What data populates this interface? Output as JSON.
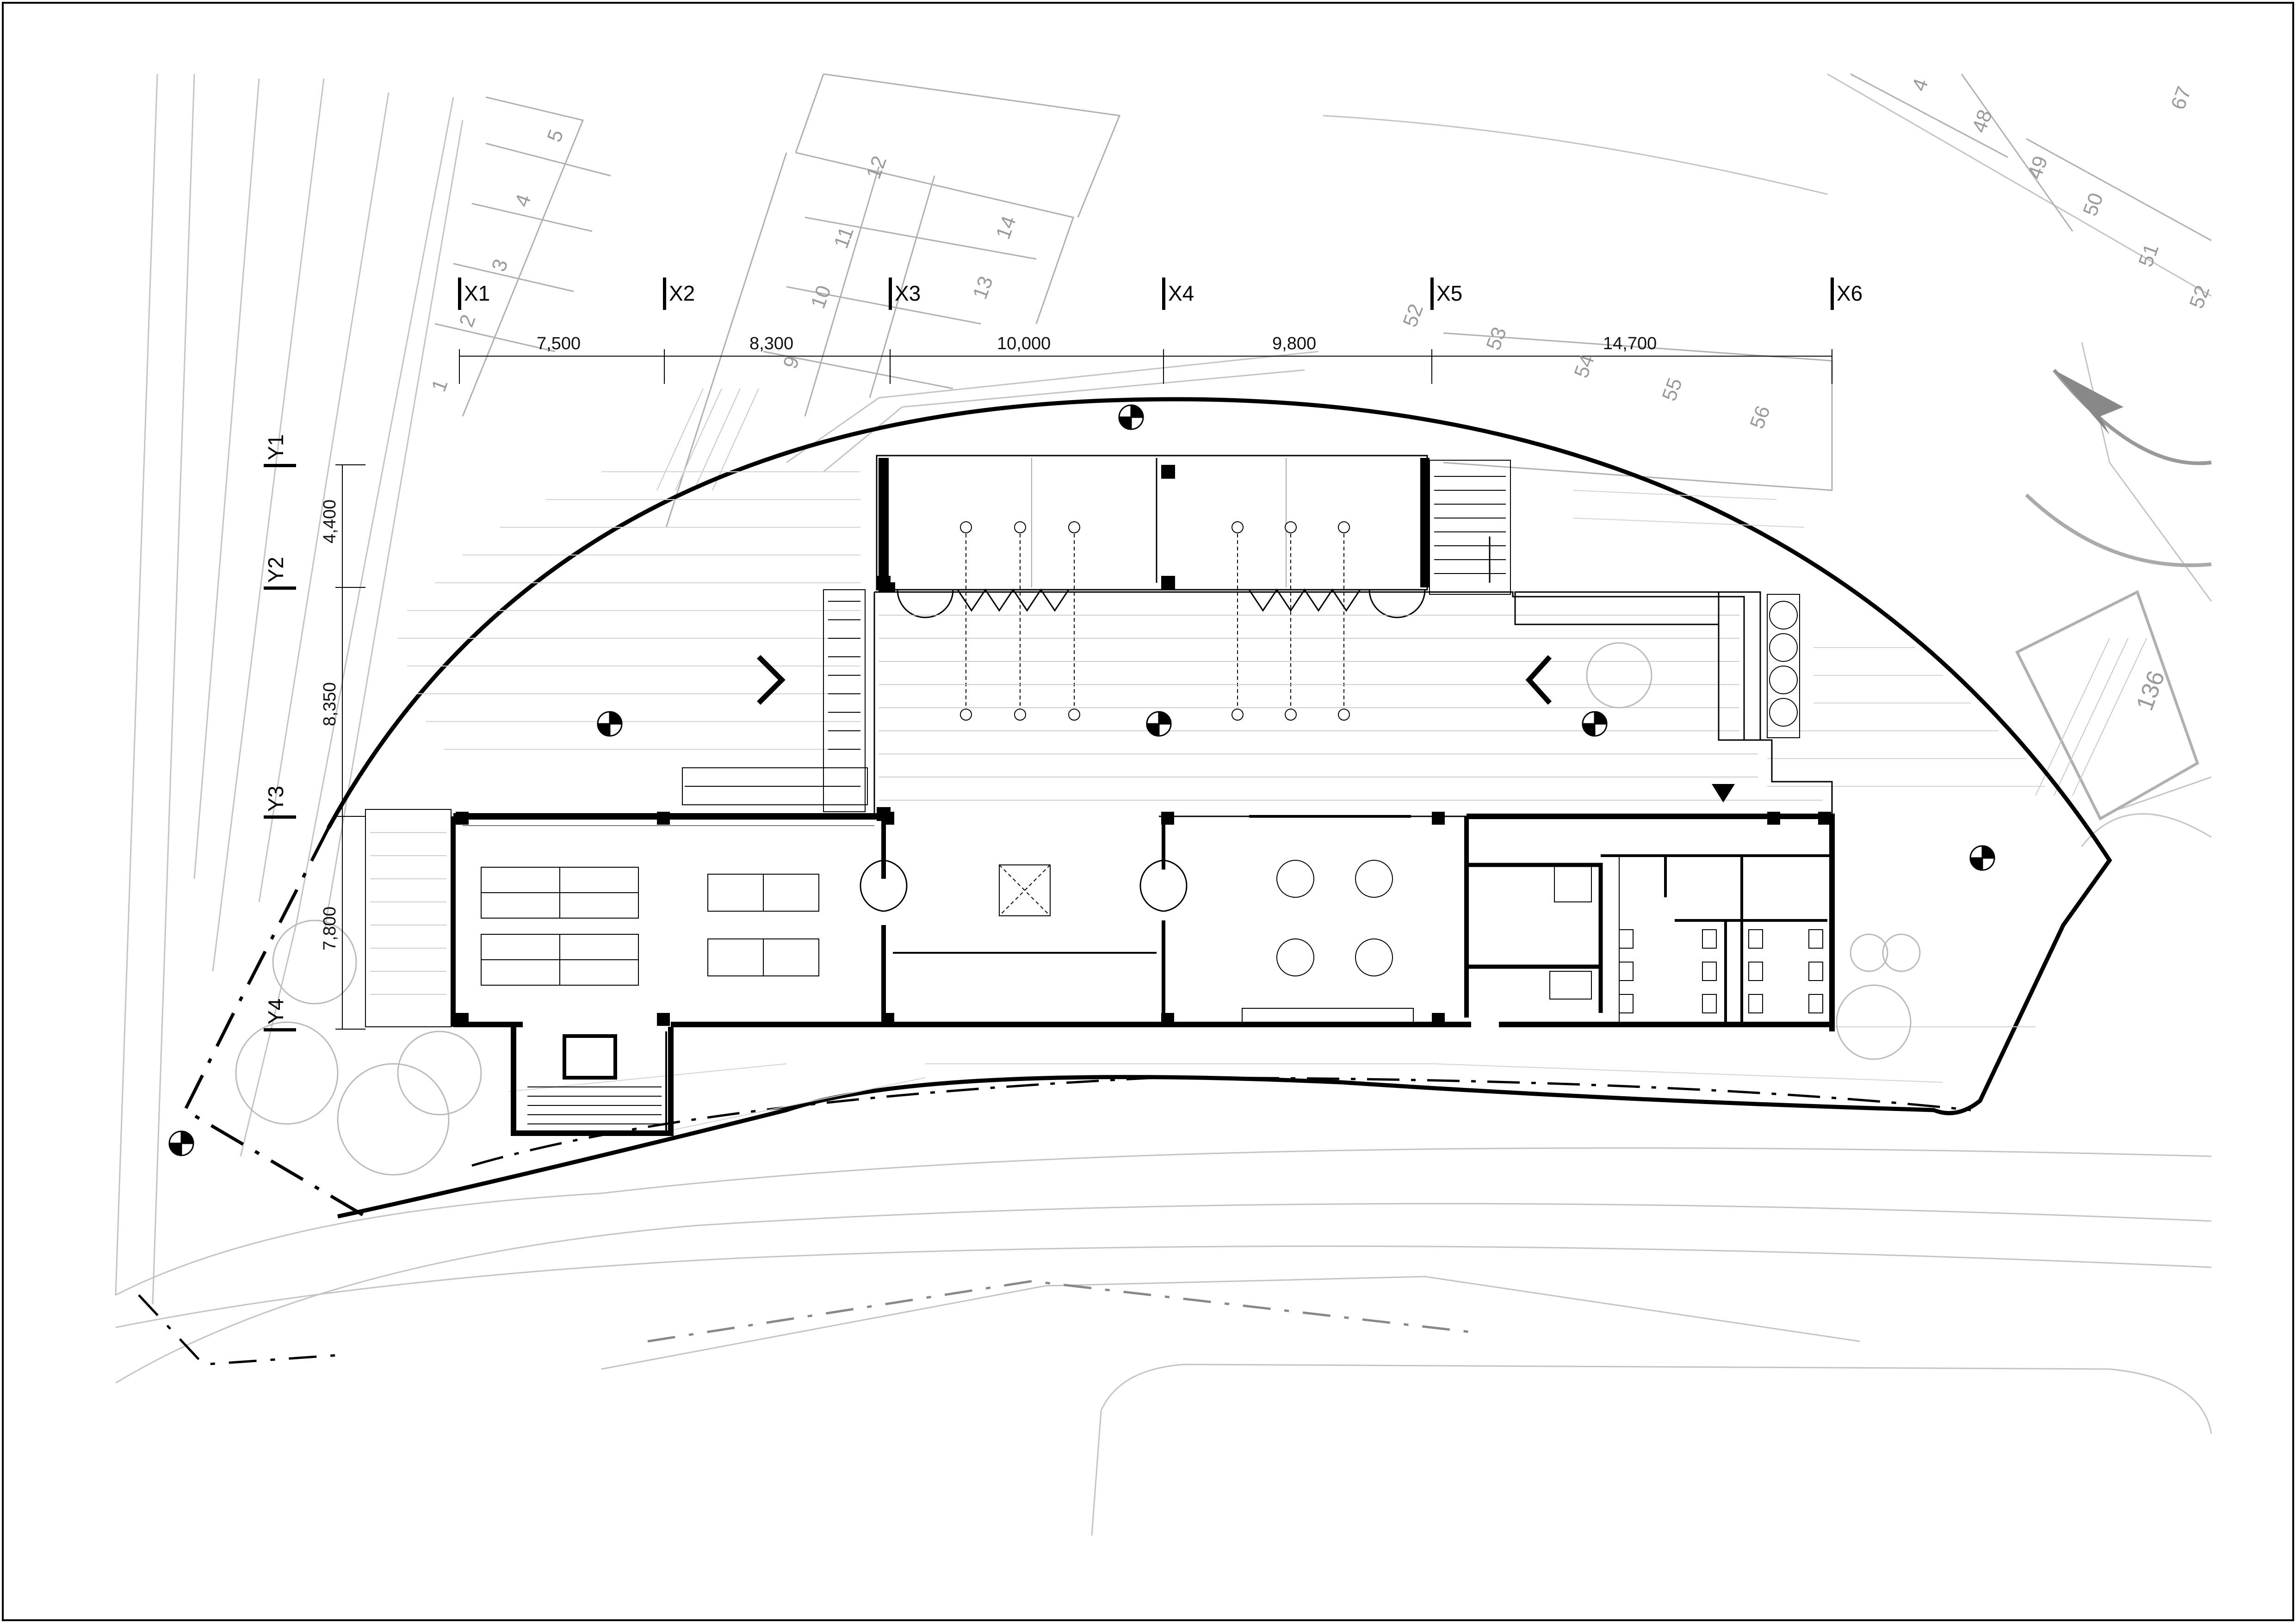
{
  "drawing": {
    "grid_x": [
      {
        "id": "x1",
        "label": "X1"
      },
      {
        "id": "x2",
        "label": "X2"
      },
      {
        "id": "x3",
        "label": "X3"
      },
      {
        "id": "x4",
        "label": "X4"
      },
      {
        "id": "x5",
        "label": "X5"
      },
      {
        "id": "x6",
        "label": "X6"
      }
    ],
    "grid_y": [
      {
        "id": "y1",
        "label": "Y1"
      },
      {
        "id": "y2",
        "label": "Y2"
      },
      {
        "id": "y3",
        "label": "Y3"
      },
      {
        "id": "y4",
        "label": "Y4"
      }
    ],
    "dims_x": [
      "7,500",
      "8,300",
      "10,000",
      "9,800",
      "14,700"
    ],
    "dims_y": [
      "4,400",
      "8,350",
      "7,800"
    ],
    "parking": [
      "1",
      "2",
      "3",
      "4",
      "5",
      "9",
      "10",
      "11",
      "12",
      "13",
      "14",
      "48",
      "49",
      "50",
      "51",
      "52",
      "67",
      "4",
      "136"
    ],
    "parking_marked": [
      "52",
      "53",
      "54",
      "55",
      "56"
    ],
    "colors": {
      "line": "#000000",
      "context": "#b8b8b8",
      "light": "#d4d4d4",
      "text": "#000000"
    }
  }
}
